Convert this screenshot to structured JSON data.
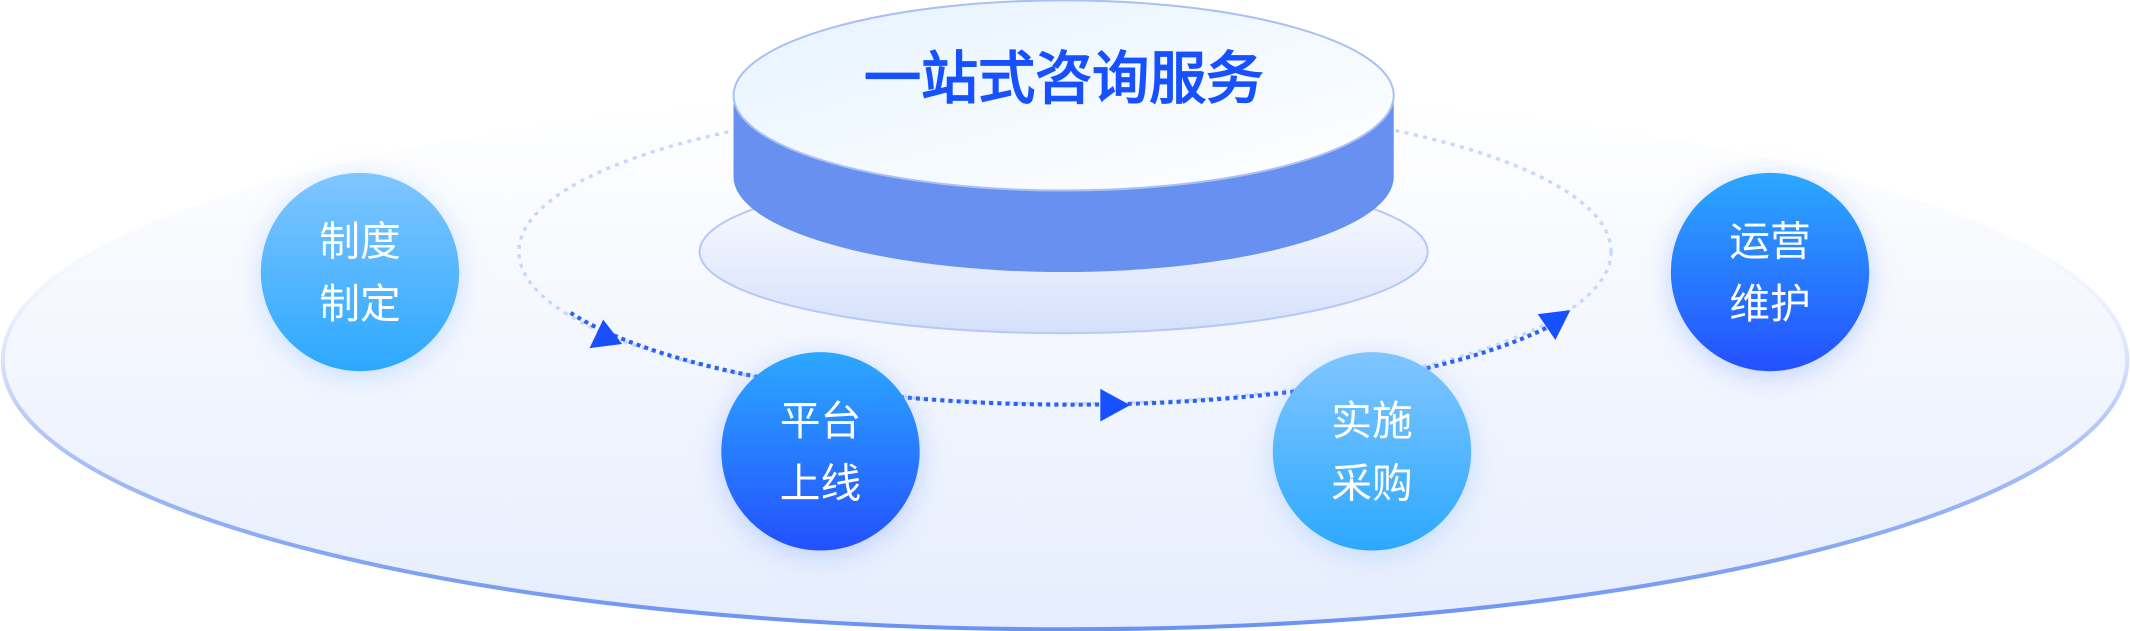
{
  "title": "一站式咨询服务",
  "steps": [
    {
      "line1": "制度",
      "line2": "制定"
    },
    {
      "line1": "平台",
      "line2": "上线"
    },
    {
      "line1": "实施",
      "line2": "采购"
    },
    {
      "line1": "运营",
      "line2": "维护"
    }
  ],
  "colors": {
    "title": "#1650ff",
    "cylinder_side": "#6890f0",
    "light_blue": "#7cc4ff",
    "deep_blue": "#2450ff",
    "orbit": "#2a62f5"
  }
}
